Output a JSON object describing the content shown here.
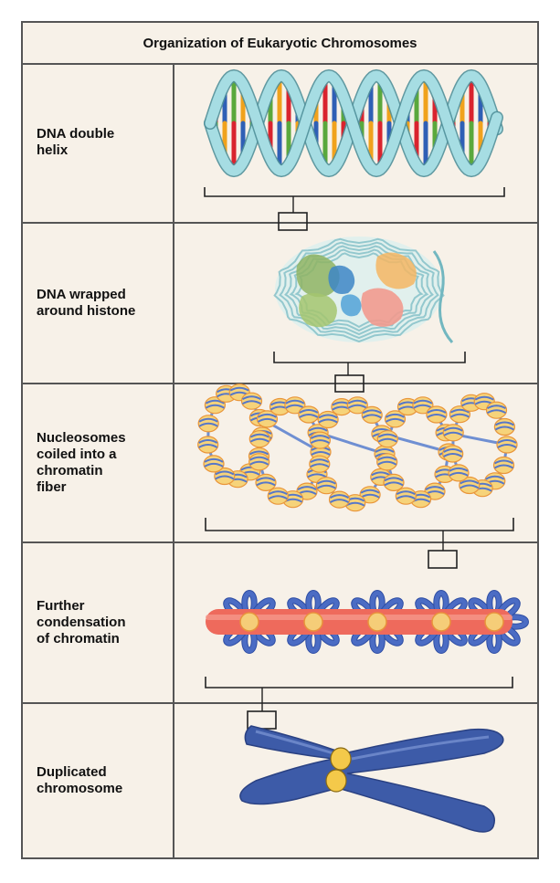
{
  "title": "Organization of Eukaryotic Chromosomes",
  "stages": [
    {
      "label": "DNA double\nhelix"
    },
    {
      "label": "DNA wrapped\naround histone"
    },
    {
      "label": "Nucleosomes\ncoiled into a\nchromatin\nfiber"
    },
    {
      "label": "Further\ncondensation\nof chromatin"
    },
    {
      "label": "Duplicated\nchromosome"
    }
  ],
  "colors": {
    "background": "#f7f1e8",
    "border": "#555555",
    "dna_backbone": "#a6dde3",
    "base_red": "#d9232e",
    "base_blue": "#2f5fb5",
    "base_green": "#5aa83c",
    "base_orange": "#f0a21c",
    "histone_yellow": "#f6d37a",
    "chromatin_blue": "#4b6cc4",
    "core_red": "#ee6a5c",
    "chromosome_blue": "#3d5ba8",
    "centromere": "#f4c94a"
  }
}
